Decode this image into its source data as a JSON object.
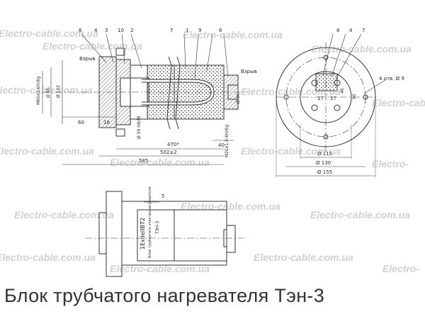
{
  "caption": "Блок трубчатого нагревателя Тэн-3",
  "watermark": "Electro-cable.com.ua",
  "watermark_partial": "Electro-",
  "callouts": [
    "8",
    "4",
    "3",
    "10",
    "2",
    "7",
    "1",
    "9",
    "6",
    "5"
  ],
  "dimensions": {
    "d60": "60",
    "d18": "18",
    "d470": "470*",
    "d502": "502±2",
    "d585": "585",
    "d40": "40",
    "d90": "90",
    "d46": "46",
    "d115": "Ø 115",
    "d130": "Ø 130",
    "d155": "Ø 155",
    "holes": "4 отв. Ø 9",
    "d17": "17",
    "d17b": "17"
  },
  "notes": {
    "vzryv1": "Взрыв",
    "vzryv2": "Взрыв",
    "thread_left": "M60x2-6H/6g",
    "thread_right": "M20x1,5-6H/6g",
    "dia_pipe": "Ø 59 H8/f8",
    "dia_right": "Ø 36",
    "dia_left1": "Ø 90",
    "dia_left2": "Ø 102"
  },
  "nameplate": {
    "line1": "1ExdeIIBT2",
    "line2": "Блок трубчатого электронагревателя",
    "line3": "ТЭН-3"
  },
  "colors": {
    "line": "#333333",
    "watermark": "#969696",
    "caption": "#333333"
  }
}
